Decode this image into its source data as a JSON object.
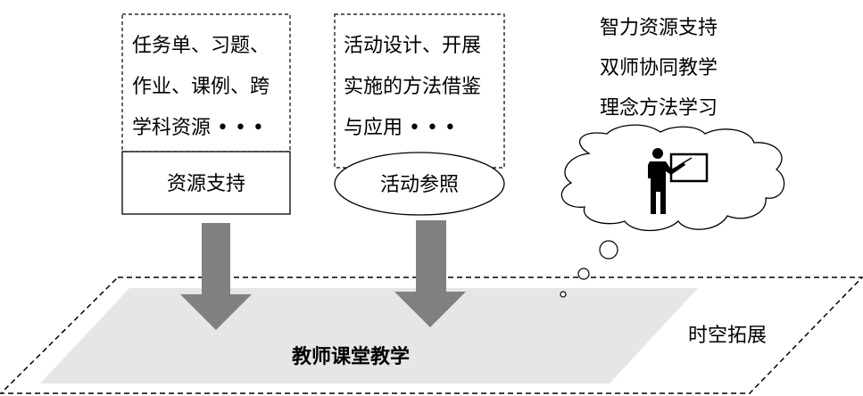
{
  "resource_box": {
    "lines": [
      "任务单、习题、",
      "作业、课例、跨",
      "学科资源 • • •"
    ],
    "label": "资源支持"
  },
  "activity_box": {
    "lines": [
      "活动设计、开展",
      "实施的方法借鉴",
      "与应用 • • •"
    ],
    "label": "活动参照"
  },
  "thought": {
    "lines": [
      "智力资源支持",
      "双师协同教学",
      "理念方法学习"
    ],
    "icon": "teacher-at-board-icon"
  },
  "classroom": {
    "label": "教师课堂教学"
  },
  "extension": {
    "label": "时空拓展"
  },
  "colors": {
    "arrow": "#808080",
    "classroom_fill": "#e6e6e6"
  }
}
